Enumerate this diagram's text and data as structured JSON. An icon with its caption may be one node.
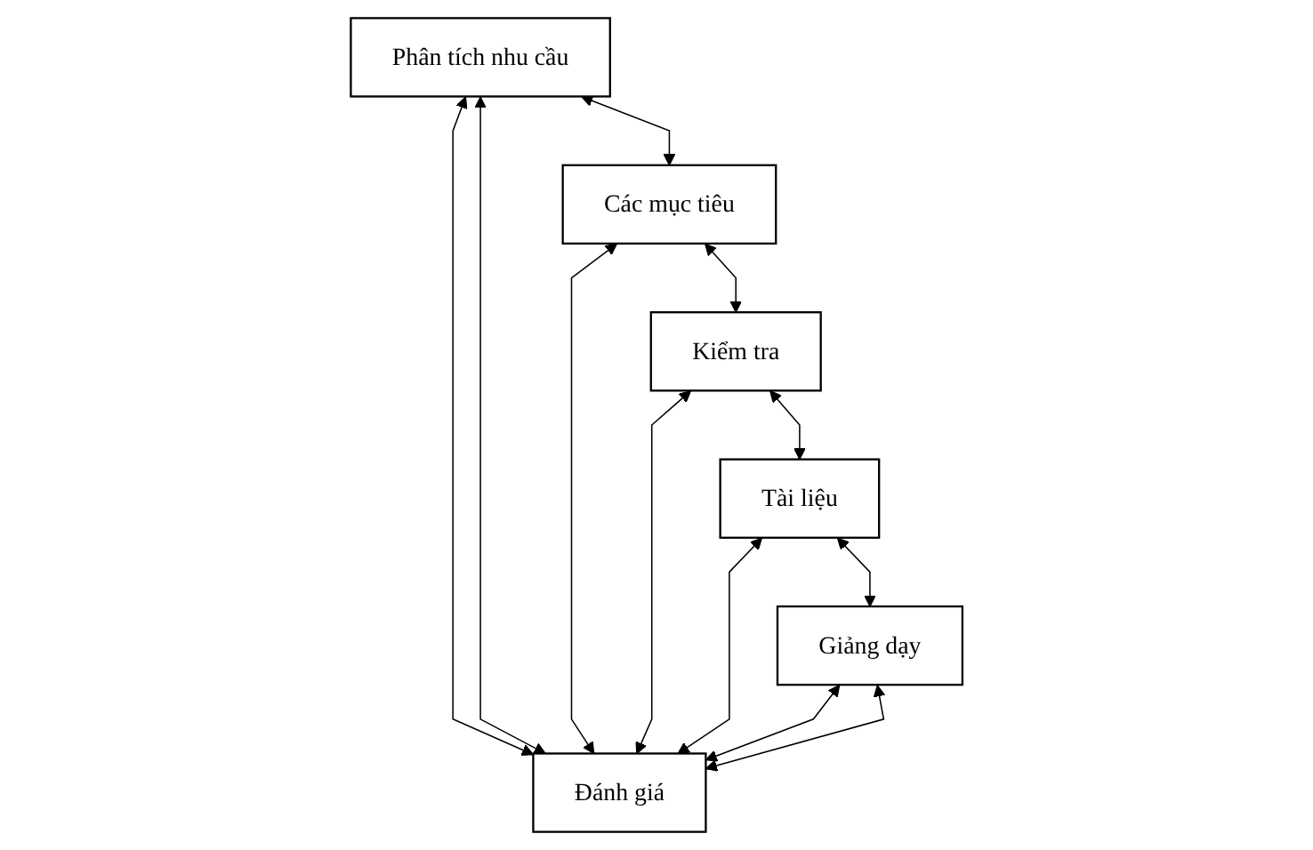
{
  "diagram": {
    "nodes": [
      {
        "text": [
          "Phân tích nhu cầu"
        ]
      },
      {
        "text": [
          "Các mục tiêu"
        ]
      },
      {
        "text": [
          "Kiểm tra"
        ]
      },
      {
        "text": [
          "Tài liệu"
        ]
      },
      {
        "text": [
          "Giảng dạy"
        ]
      },
      {
        "text": [
          "Đánh giá"
        ]
      }
    ],
    "edges": [
      {
        "from": 0,
        "to": 1,
        "arrow": "both"
      },
      {
        "from": 1,
        "to": 2,
        "arrow": "both"
      },
      {
        "from": 2,
        "to": 3,
        "arrow": "both"
      },
      {
        "from": 3,
        "to": 4,
        "arrow": "both"
      },
      {
        "from": 0,
        "to": 5,
        "arrow": "both"
      },
      {
        "from": 0,
        "to": 5,
        "arrow": "both"
      },
      {
        "from": 1,
        "to": 5,
        "arrow": "both"
      },
      {
        "from": 2,
        "to": 5,
        "arrow": "both"
      },
      {
        "from": 3,
        "to": 5,
        "arrow": "both"
      },
      {
        "from": 4,
        "to": 5,
        "arrow": "both"
      },
      {
        "from": 4,
        "to": 5,
        "arrow": "both"
      }
    ]
  }
}
